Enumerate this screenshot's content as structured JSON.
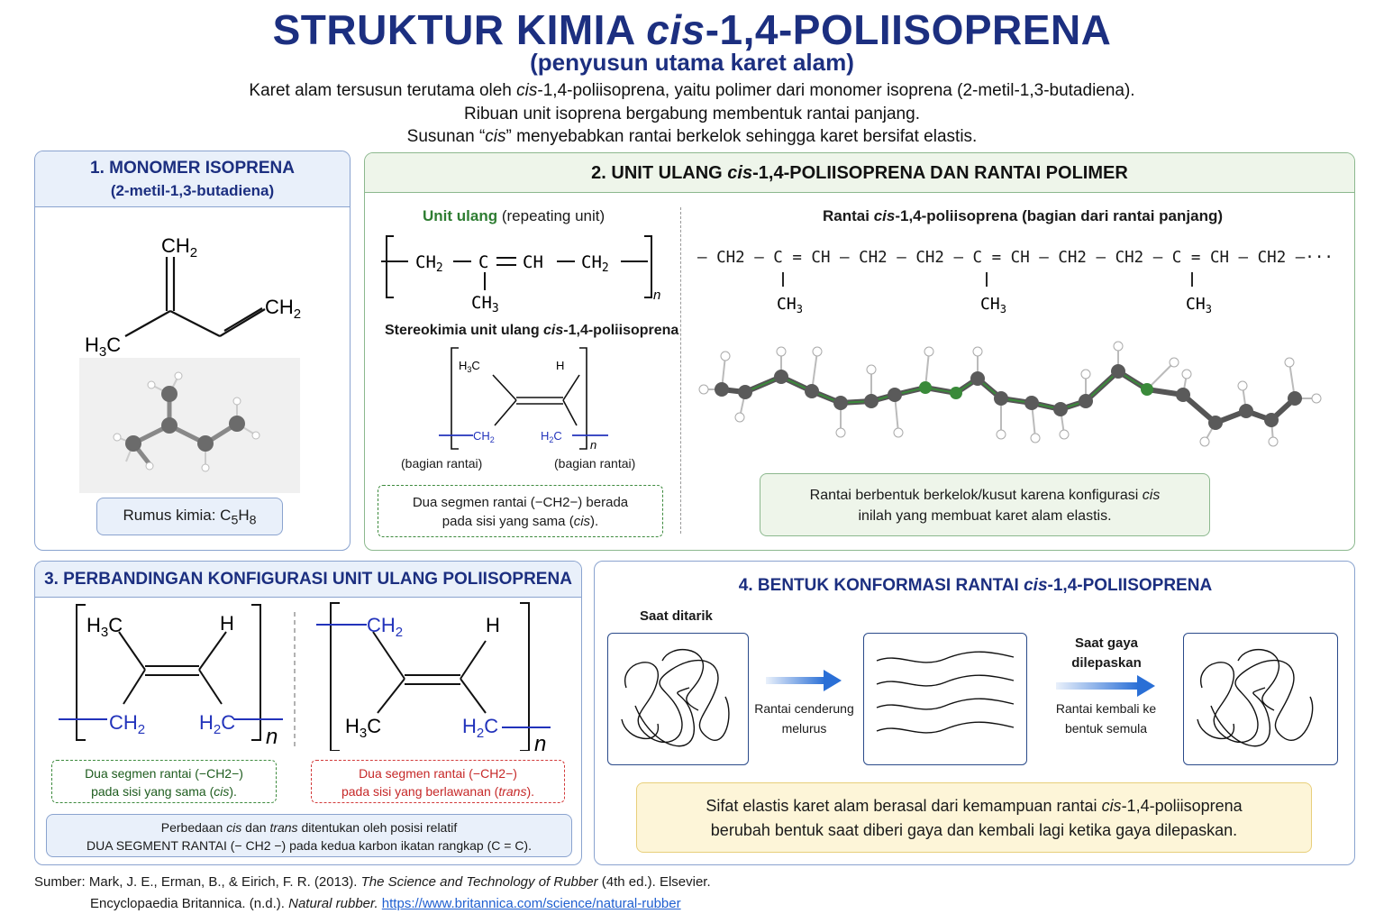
{
  "header": {
    "title_main": "STRUKTUR KIMIA ",
    "title_cis": "cis",
    "title_rest": "-1,4-POLIISOPRENA",
    "subtitle": "(penyusun utama karet alam)",
    "intro_1_a": "Karet alam tersusun terutama oleh ",
    "intro_1_cis": "cis",
    "intro_1_b": "-1,4-poliisoprena, yaitu polimer dari monomer isoprena (2-metil-1,3-butadiena).",
    "intro_2": "Ribuan unit isoprena bergabung membentuk rantai panjang.",
    "intro_3_a": "Susunan “",
    "intro_3_cis": "cis",
    "intro_3_b": "” menyebabkan rantai berkelok sehingga karet bersifat elastis."
  },
  "panel1": {
    "title": "1. MONOMER ISOPRENA",
    "subtitle": "(2-metil-1,3-butadiena)",
    "labels": {
      "ch2_top": "CH2",
      "ch2_right": "CH2",
      "h3c": "H3C"
    },
    "formula_label": "Rumus kimia: C",
    "formula_c": "5",
    "formula_h": "H",
    "formula_hsub": "8"
  },
  "panel2": {
    "title_a": "2. UNIT ULANG ",
    "title_cis": "cis",
    "title_b": "-1,4-POLIISOPRENA DAN RANTAI POLIMER",
    "unit_label_green": "Unit ulang",
    "unit_label_rest": " (repeating unit)",
    "unit_formula": {
      "ch2a": "CH2",
      "c": "C",
      "eq": "=",
      "ch": "CH",
      "ch2b": "CH2",
      "ch3": "CH3",
      "n": "n"
    },
    "stereo_title_a": "Stereokimia unit ulang ",
    "stereo_title_cis": "cis",
    "stereo_title_b": "-1,4-poliisoprena",
    "stereo_labels": {
      "h3c": "H3C",
      "h": "H",
      "ch2": "CH2",
      "h2c": "H2C",
      "n": "n"
    },
    "bagian_left": "(bagian rantai)",
    "bagian_right": "(bagian rantai)",
    "note_a": "Dua segmen rantai (−CH2−) berada",
    "note_b": "pada sisi yang sama (",
    "note_cis": "cis",
    "note_c": ").",
    "chain_title_a": "Rantai ",
    "chain_title_cis": "cis",
    "chain_title_b": "-1,4-poliisoprena (bagian dari rantai panjang)",
    "chain_formula": "— CH2 — C = CH — CH2 — CH2 — C = CH — CH2 — CH2 — C = CH — CH2 —···",
    "chain_ch3": [
      "CH3",
      "CH3",
      "CH3"
    ],
    "chain_note_a": "Rantai berbentuk berkelok/kusut karena konfigurasi ",
    "chain_note_cis": "cis",
    "chain_note_b": "inilah yang membuat karet alam elastis."
  },
  "panel3": {
    "title": "3. PERBANDINGAN KONFIGURASI UNIT ULANG POLIISOPRENA",
    "cis_labels": {
      "h3c": "H3C",
      "h": "H",
      "ch2": "CH2",
      "h2c": "H2C",
      "n": "n"
    },
    "trans_labels": {
      "ch2": "CH2",
      "h": "H",
      "h3c": "H3C",
      "h2c": "H2C",
      "n": "n"
    },
    "cis_note_a": "Dua segmen rantai (−CH2−)",
    "cis_note_b": "pada sisi yang sama (",
    "cis_note_i": "cis",
    "cis_note_c": ").",
    "trans_note_a": "Dua segmen rantai (−CH2−)",
    "trans_note_b": "pada sisi yang berlawanan (",
    "trans_note_i": "trans",
    "trans_note_c": ").",
    "bottom_a": "Perbedaan ",
    "bottom_cis": "cis",
    "bottom_b": " dan ",
    "bottom_trans": "trans",
    "bottom_c": " ditentukan oleh posisi relatif",
    "bottom_2": "DUA SEGMENT RANTAI (− CH2 −) pada kedua karbon ikatan rangkap (C = C)."
  },
  "panel4": {
    "title_a": "4. BENTUK KONFORMASI RANTAI ",
    "title_cis": "cis",
    "title_b": "-1,4-POLIISOPRENA",
    "saat_ditarik": "Saat ditarik",
    "arrow1_label_1": "Rantai cenderung",
    "arrow1_label_2": "melurus",
    "saat_gaya_1": "Saat gaya",
    "saat_gaya_2": "dilepaskan",
    "arrow2_label_1": "Rantai kembali ke",
    "arrow2_label_2": "bentuk semula",
    "note_a": "Sifat elastis karet alam berasal dari kemampuan rantai ",
    "note_cis": "cis",
    "note_b": "-1,4-poliisoprena",
    "note_2": "berubah bentuk saat diberi gaya dan kembali lagi ketika gaya dilepaskan."
  },
  "sources": {
    "line1_a": "Sumber: Mark, J. E., Erman, B., & Eirich, F. R. (2013). ",
    "line1_i": "The Science and Technology of Rubber",
    "line1_b": " (4th ed.). Elsevier.",
    "line2_a": "Encyclopaedia Britannica. (n.d.). ",
    "line2_i": "Natural rubber.",
    "line2_link": "https://www.britannica.com/science/natural-rubber"
  },
  "colors": {
    "navy": "#1c2f80",
    "green": "#2e7d32",
    "red": "#d23a3a",
    "blue_bond": "#2233bb"
  }
}
